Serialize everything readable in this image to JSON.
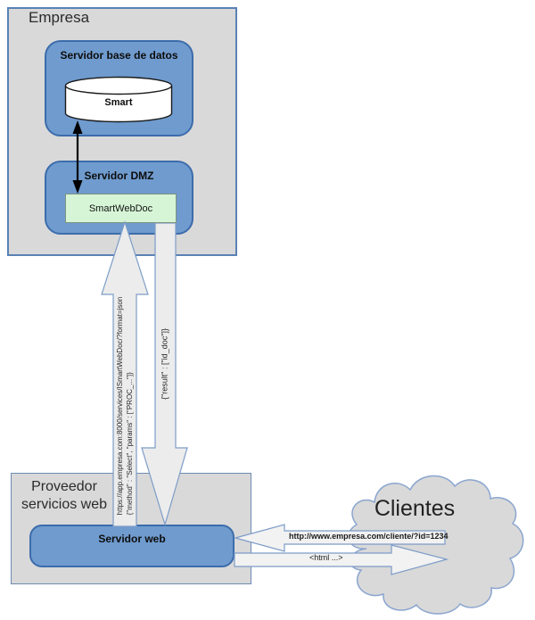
{
  "empresa": {
    "label": "Empresa",
    "db_server": {
      "label": "Servidor base de datos",
      "database": "Smart"
    },
    "dmz": {
      "label": "Servidor DMZ",
      "service": "SmartWebDoc"
    }
  },
  "proveedor": {
    "label": "Proveedor servicios web",
    "server": "Servidor web"
  },
  "clientes": {
    "label": "Clientes"
  },
  "messages": {
    "ws_request_url": "https://app.empresa.com:8000/services/ISmartWebDoc/?format=json",
    "ws_request_body": "{\"method\" : \"Select\", \"params\" : [\"PROC_...\"]}",
    "ws_response": "{\"result\" : [\"id_doc\"]}",
    "client_request": "http://www.empresa.com/cliente/?id=1234",
    "client_response": "<html ...>"
  },
  "colors": {
    "container_gray": "#d9d9d9",
    "server_blue_fill": "#6f9bce",
    "server_blue_border": "#3c6cab",
    "service_green_fill": "#d6f5d6",
    "arrow_fill": "#ececec",
    "arrow_border": "#7d9cc8"
  }
}
